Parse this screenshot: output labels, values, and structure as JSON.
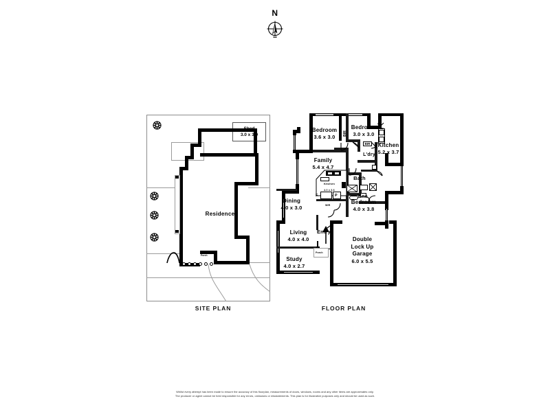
{
  "compass": {
    "north_label": "N",
    "icon": "compass-rose-icon"
  },
  "captions": {
    "site_plan": "SITE PLAN",
    "floor_plan": "FLOOR PLAN"
  },
  "site_plan": {
    "residence_label": "Residence",
    "shed": {
      "name": "Shed",
      "dimensions": "3.0 x 3.0"
    },
    "porch_label": "Porch",
    "tree_icon": "tree-icon",
    "tree_count": 4
  },
  "floor_plan": {
    "rooms": [
      {
        "name": "Bedroom",
        "dimensions": "3.6 x 3.0"
      },
      {
        "name": "Bedroom",
        "dimensions": "3.0 x 3.0"
      },
      {
        "name": "Kitchen",
        "dimensions": "5.2 x 3.7"
      },
      {
        "name": "Family",
        "dimensions": "5.4 x 4.7"
      },
      {
        "name": "Dining",
        "dimensions": "4.0 x 3.0"
      },
      {
        "name": "Living",
        "dimensions": "4.0 x 4.0"
      },
      {
        "name": "Study",
        "dimensions": "4.0 x 2.7"
      },
      {
        "name": "Bedroom",
        "dimensions": "4.0 x 3.8"
      },
      {
        "name": "Kitchen",
        "dimensions": "4.0 x 3.6"
      },
      {
        "name": "Double Lock Up Garage",
        "dimensions": "6.0 x 5.5"
      }
    ],
    "bedroom_1": {
      "name": "Bedroom",
      "dimensions": "3.6 x 3.0"
    },
    "bedroom_2": {
      "name": "Bedroom",
      "dimensions": "3.0 x 3.0"
    },
    "bedroom_3": {
      "name": "Bedroom",
      "dimensions": "4.0 x 3.8"
    },
    "kitchen_main": {
      "name": "Kitchen",
      "dimensions": "5.2 x 3.7"
    },
    "kitchen_second": {
      "name": "Kitchen",
      "dimensions": "4.0 x 3.6"
    },
    "family": {
      "name": "Family",
      "dimensions": "5.4 x 4.7"
    },
    "dining": {
      "name": "Dining",
      "dimensions": "4.0 x 3.0"
    },
    "living": {
      "name": "Living",
      "dimensions": "4.0 x 4.0"
    },
    "study": {
      "name": "Study",
      "dimensions": "4.0 x 2.7"
    },
    "garage": {
      "line1": "Double",
      "line2": "Lock Up",
      "line3": "Garage",
      "dimensions": "6.0 x 5.5"
    },
    "bath": "Bath",
    "ens": "Ens",
    "laundry": "L'dry",
    "entry": "Entry",
    "porch": "Porch",
    "bir_1": "BIR",
    "bir_2": "BIR",
    "wir": "WIR",
    "fridge": "F",
    "pantry": "P",
    "dishwasher": "DW"
  },
  "disclaimer": {
    "line1": "Whilst every attempt has been made to ensure the accuracy of this floorplan, measurements of doors, windows, rooms and any other items are approximates only.",
    "line2": "The producer or agent cannot be held responsible for any errors, omissions or misstatements. This plan is for illustrative purposes only and should be used as such."
  }
}
